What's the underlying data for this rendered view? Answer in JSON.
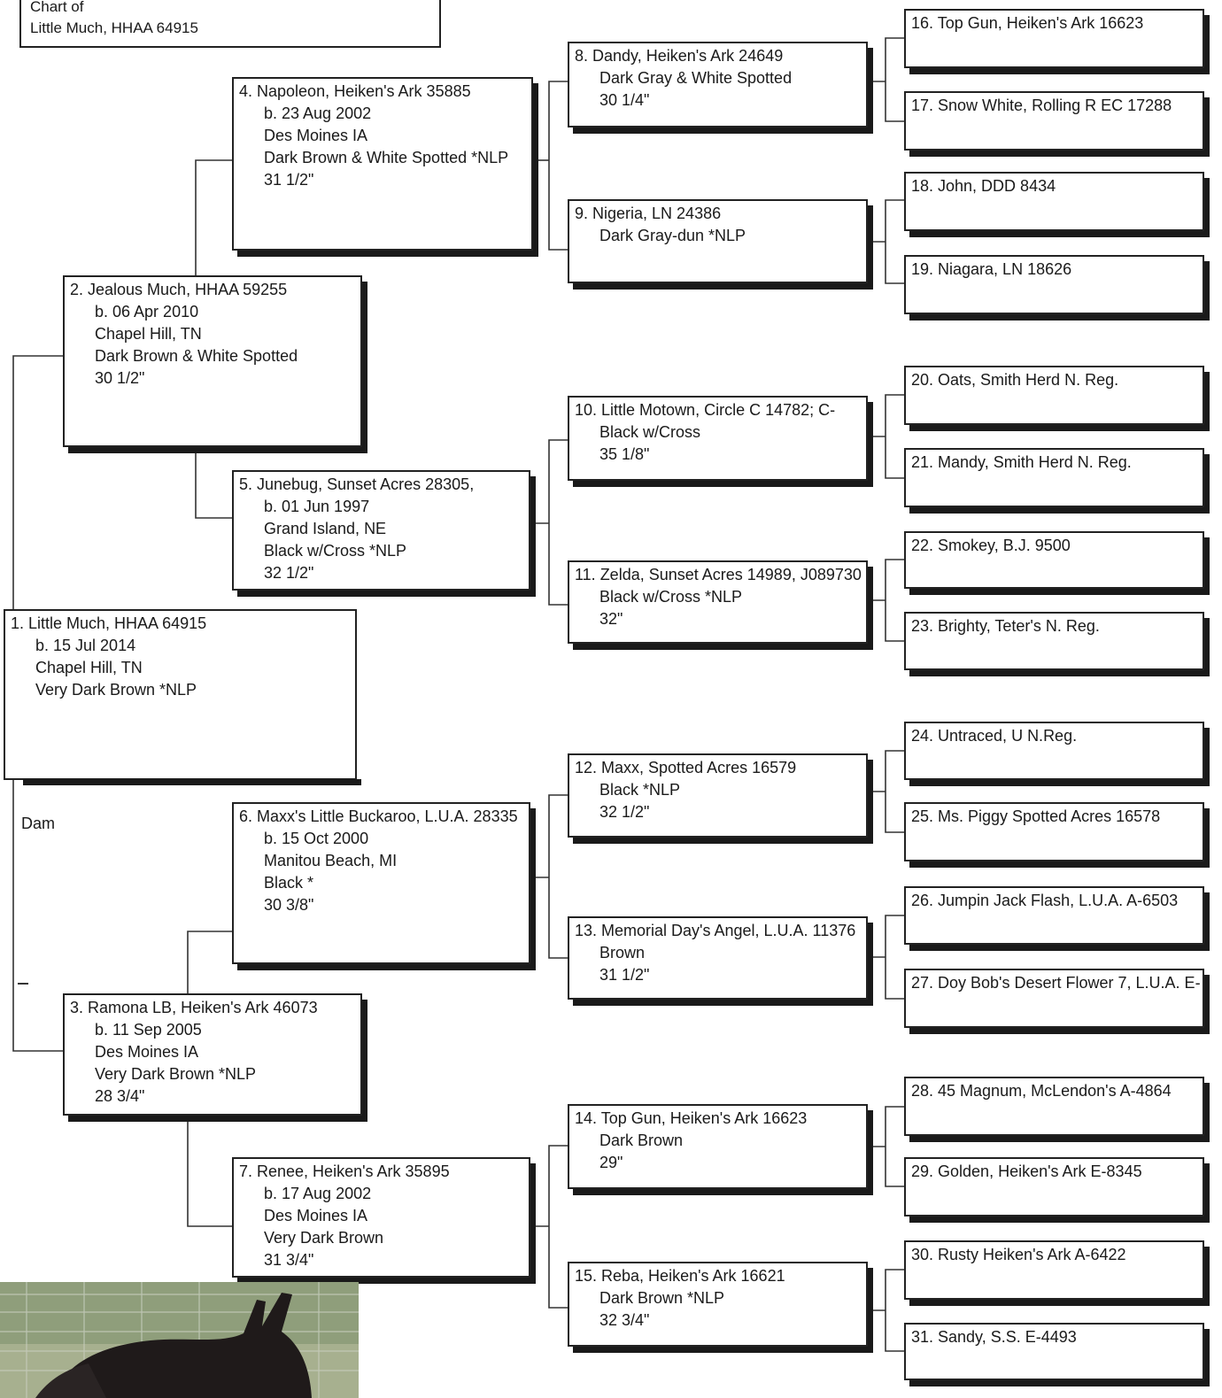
{
  "header": {
    "line1": "Chart of",
    "line2": "Little Much, HHAA 64915"
  },
  "dam_label": "Dam",
  "subject": {
    "lines": [
      "1. Little Much, HHAA 64915",
      "b. 15 Jul 2014",
      "Chapel Hill, TN",
      "Very Dark Brown *NLP"
    ]
  },
  "gen2": {
    "sire": {
      "lines": [
        "2. Jealous Much, HHAA 59255",
        "b. 06 Apr 2010",
        "Chapel Hill, TN",
        "Dark Brown & White Spotted",
        "30 1/2\""
      ]
    },
    "dam": {
      "lines": [
        "3. Ramona LB, Heiken's Ark 46073",
        "b. 11 Sep 2005",
        "Des Moines IA",
        "Very Dark Brown *NLP",
        "28 3/4\""
      ]
    }
  },
  "gen3": [
    {
      "lines": [
        "4. Napoleon, Heiken's Ark 35885",
        "b. 23 Aug 2002",
        "Des Moines IA",
        "Dark Brown & White Spotted *NLP",
        "31 1/2\""
      ]
    },
    {
      "lines": [
        "5. Junebug, Sunset Acres 28305,",
        "b. 01 Jun 1997",
        "Grand Island, NE",
        "Black w/Cross *NLP",
        "32 1/2\""
      ]
    },
    {
      "lines": [
        "6. Maxx's Little Buckaroo, L.U.A. 28335",
        "b. 15 Oct 2000",
        "Manitou Beach, MI",
        "Black *",
        "30 3/8\""
      ]
    },
    {
      "lines": [
        "7. Renee, Heiken's Ark 35895",
        "b. 17 Aug 2002",
        "Des Moines IA",
        "Very Dark Brown",
        "31 3/4\""
      ]
    }
  ],
  "gen4": [
    {
      "lines": [
        "8. Dandy, Heiken's Ark 24649",
        "Dark Gray  & White Spotted",
        "30 1/4\""
      ]
    },
    {
      "lines": [
        "9. Nigeria, LN 24386",
        "Dark Gray-dun *NLP"
      ]
    },
    {
      "lines": [
        "10. Little Motown, Circle C 14782; C-",
        "Black w/Cross",
        "35 1/8\""
      ]
    },
    {
      "lines": [
        "11. Zelda, Sunset Acres 14989, J089730",
        "Black w/Cross *NLP",
        "32\""
      ]
    },
    {
      "lines": [
        "12. Maxx, Spotted Acres 16579",
        "Black *NLP",
        "32 1/2\""
      ]
    },
    {
      "lines": [
        "13. Memorial Day's Angel, L.U.A. 11376",
        "Brown",
        "31 1/2\""
      ]
    },
    {
      "lines": [
        "14. Top Gun, Heiken's Ark 16623",
        "Dark Brown",
        "29\""
      ]
    },
    {
      "lines": [
        "15. Reba, Heiken's Ark 16621",
        "Dark Brown *NLP",
        "32 3/4\""
      ]
    }
  ],
  "gen5": [
    "16. Top Gun, Heiken's Ark 16623",
    "17. Snow White, Rolling R EC 17288",
    "18. John, DDD 8434",
    "19. Niagara, LN 18626",
    "20. Oats, Smith Herd N. Reg.",
    "21. Mandy, Smith Herd N. Reg.",
    "22. Smokey, B.J. 9500",
    "23. Brighty, Teter's N. Reg.",
    "24. Untraced, U N.Reg.",
    "25. Ms. Piggy Spotted Acres 16578",
    "26. Jumpin Jack Flash, L.U.A. A-6503",
    "27. Doy Bob's Desert Flower 7, L.U.A. E-",
    "28. 45 Magnum, McLendon's A-4864",
    "29. Golden, Heiken's Ark E-8345",
    "30. Rusty Heiken's Ark A-6422",
    "31. Sandy, S.S. E-4493"
  ]
}
